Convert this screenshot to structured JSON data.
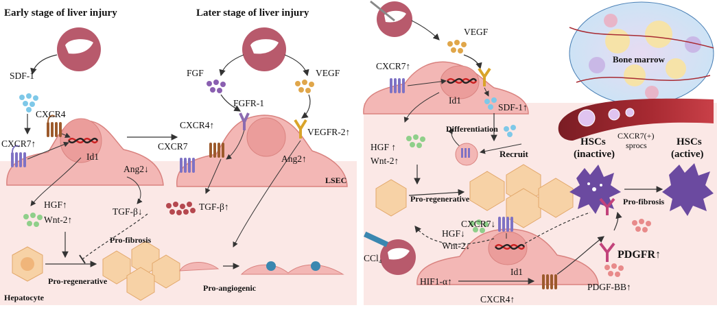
{
  "headings": {
    "early": "Early stage of liver injury",
    "later": "Later stage of liver injury"
  },
  "panel1": {
    "sdf1": "SDF-1",
    "cxcr4": "CXCR4",
    "cxcr7": "CXCR7↑",
    "id1": "Id1",
    "ang2": "Ang2↓",
    "hgf": "HGF↑",
    "wnt2": "Wnt-2↑",
    "tgfb": "TGF-β↓",
    "profibrosis": "Pro-fibrosis",
    "proregenerative": "Pro-regenerative",
    "hepatocyte": "Hepatocyte"
  },
  "panel2": {
    "fgf": "FGF",
    "vegf": "VEGF",
    "fgfr1": "FGFR-1",
    "cxcr4": "CXCR4↑",
    "cxcr7": "CXCR7",
    "vegfr2": "VEGFR-2↑",
    "ang2": "Ang2↑",
    "lsec": "LSEC",
    "tgfb": "TGF-β↑",
    "proangiogenic": "Pro-angiogenic"
  },
  "panel3": {
    "vegf": "VEGF",
    "cxcr7": "CXCR7↑",
    "id1": "Id1",
    "sdf1": "SDF-1↑",
    "differentiation": "Differentiation",
    "hgf": "HGF ↑",
    "wnt2": "Wnt-2↑",
    "recruit": "Recruit",
    "proregenerative": "Pro-regenerative",
    "bonemarrow": "Bone marrow",
    "cxcr7sprocs_1": "CXCR7(+)",
    "cxcr7sprocs_2": "sprocs",
    "hsc_inactive_1": "HSCs",
    "hsc_inactive_2": "(inactive)",
    "hsc_active_1": "HSCs",
    "hsc_active_2": "(active)",
    "profibrosis": "Pro-fibrosis",
    "hgf_down": "HGF↓",
    "wnt2_down": "Wnt-2↓",
    "cxcr7_down": "CXCR7↓",
    "ccl4": "CCl₄",
    "id1_b": "Id1",
    "pdgfr": "PDGFR↑",
    "hif1a": "HIF1-α↑",
    "pdgfbb": "PDGF-BB↑",
    "cxcr4": "CXCR4↑"
  },
  "colors": {
    "liver": "#b85a6c",
    "cell_fill": "#f3b7b5",
    "cell_stroke": "#d9827f",
    "background_band": "#fbe8e6",
    "receptor_blue": "#7e72c4",
    "receptor_brown": "#9c5a2c",
    "receptor_gold": "#d9a42a",
    "receptor_purple": "#8c6bb0",
    "pdgfr_pink": "#c2437b",
    "hepatocyte": "#f7d2a6",
    "hsc_purple": "#6b4aa0",
    "sdf1_dots": "#7ec8e8",
    "fgf_dots": "#8a5fb0",
    "vegf_dots": "#e0a64a",
    "hgf_dots": "#8fcf8a",
    "tgfb_dots": "#b5484f",
    "pdgfbb_dots": "#e88a8a"
  }
}
